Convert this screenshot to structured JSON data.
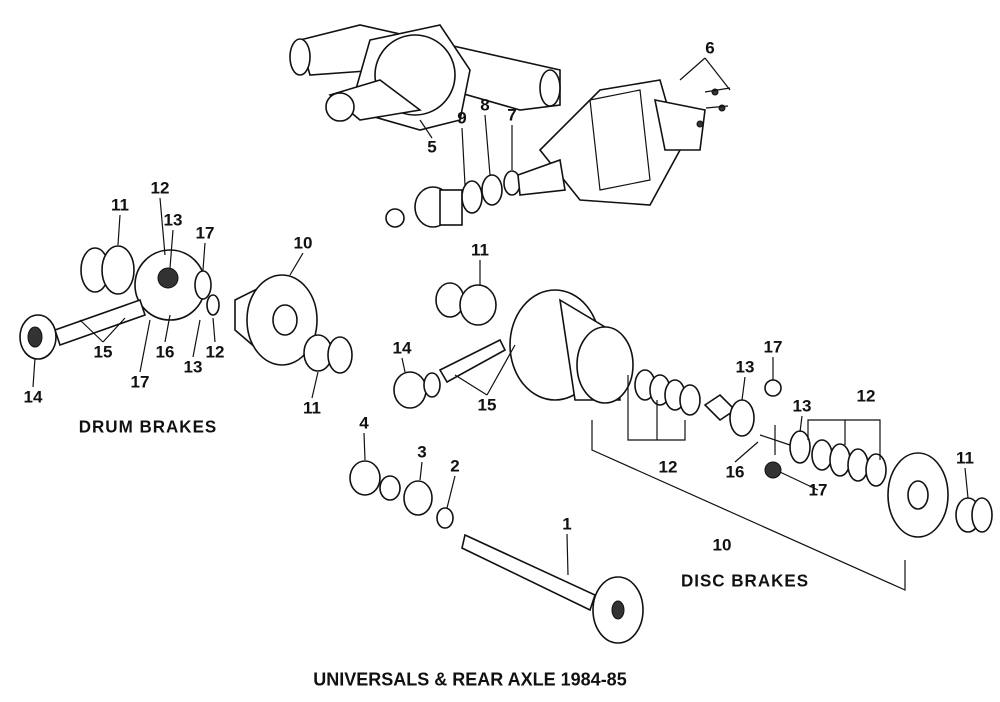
{
  "title": "UNIVERSALS & REAR AXLE 1984-85",
  "captions": {
    "drum": "DRUM BRAKES",
    "disc": "DISC BRAKES"
  },
  "callouts": [
    "6",
    "5",
    "9",
    "8",
    "7",
    "11",
    "12",
    "13",
    "17",
    "10",
    "15",
    "16",
    "13",
    "12",
    "17",
    "14",
    "11",
    "11",
    "14",
    "15",
    "13",
    "17",
    "12",
    "13",
    "12",
    "16",
    "17",
    "11",
    "4",
    "3",
    "2",
    "1",
    "10"
  ]
}
